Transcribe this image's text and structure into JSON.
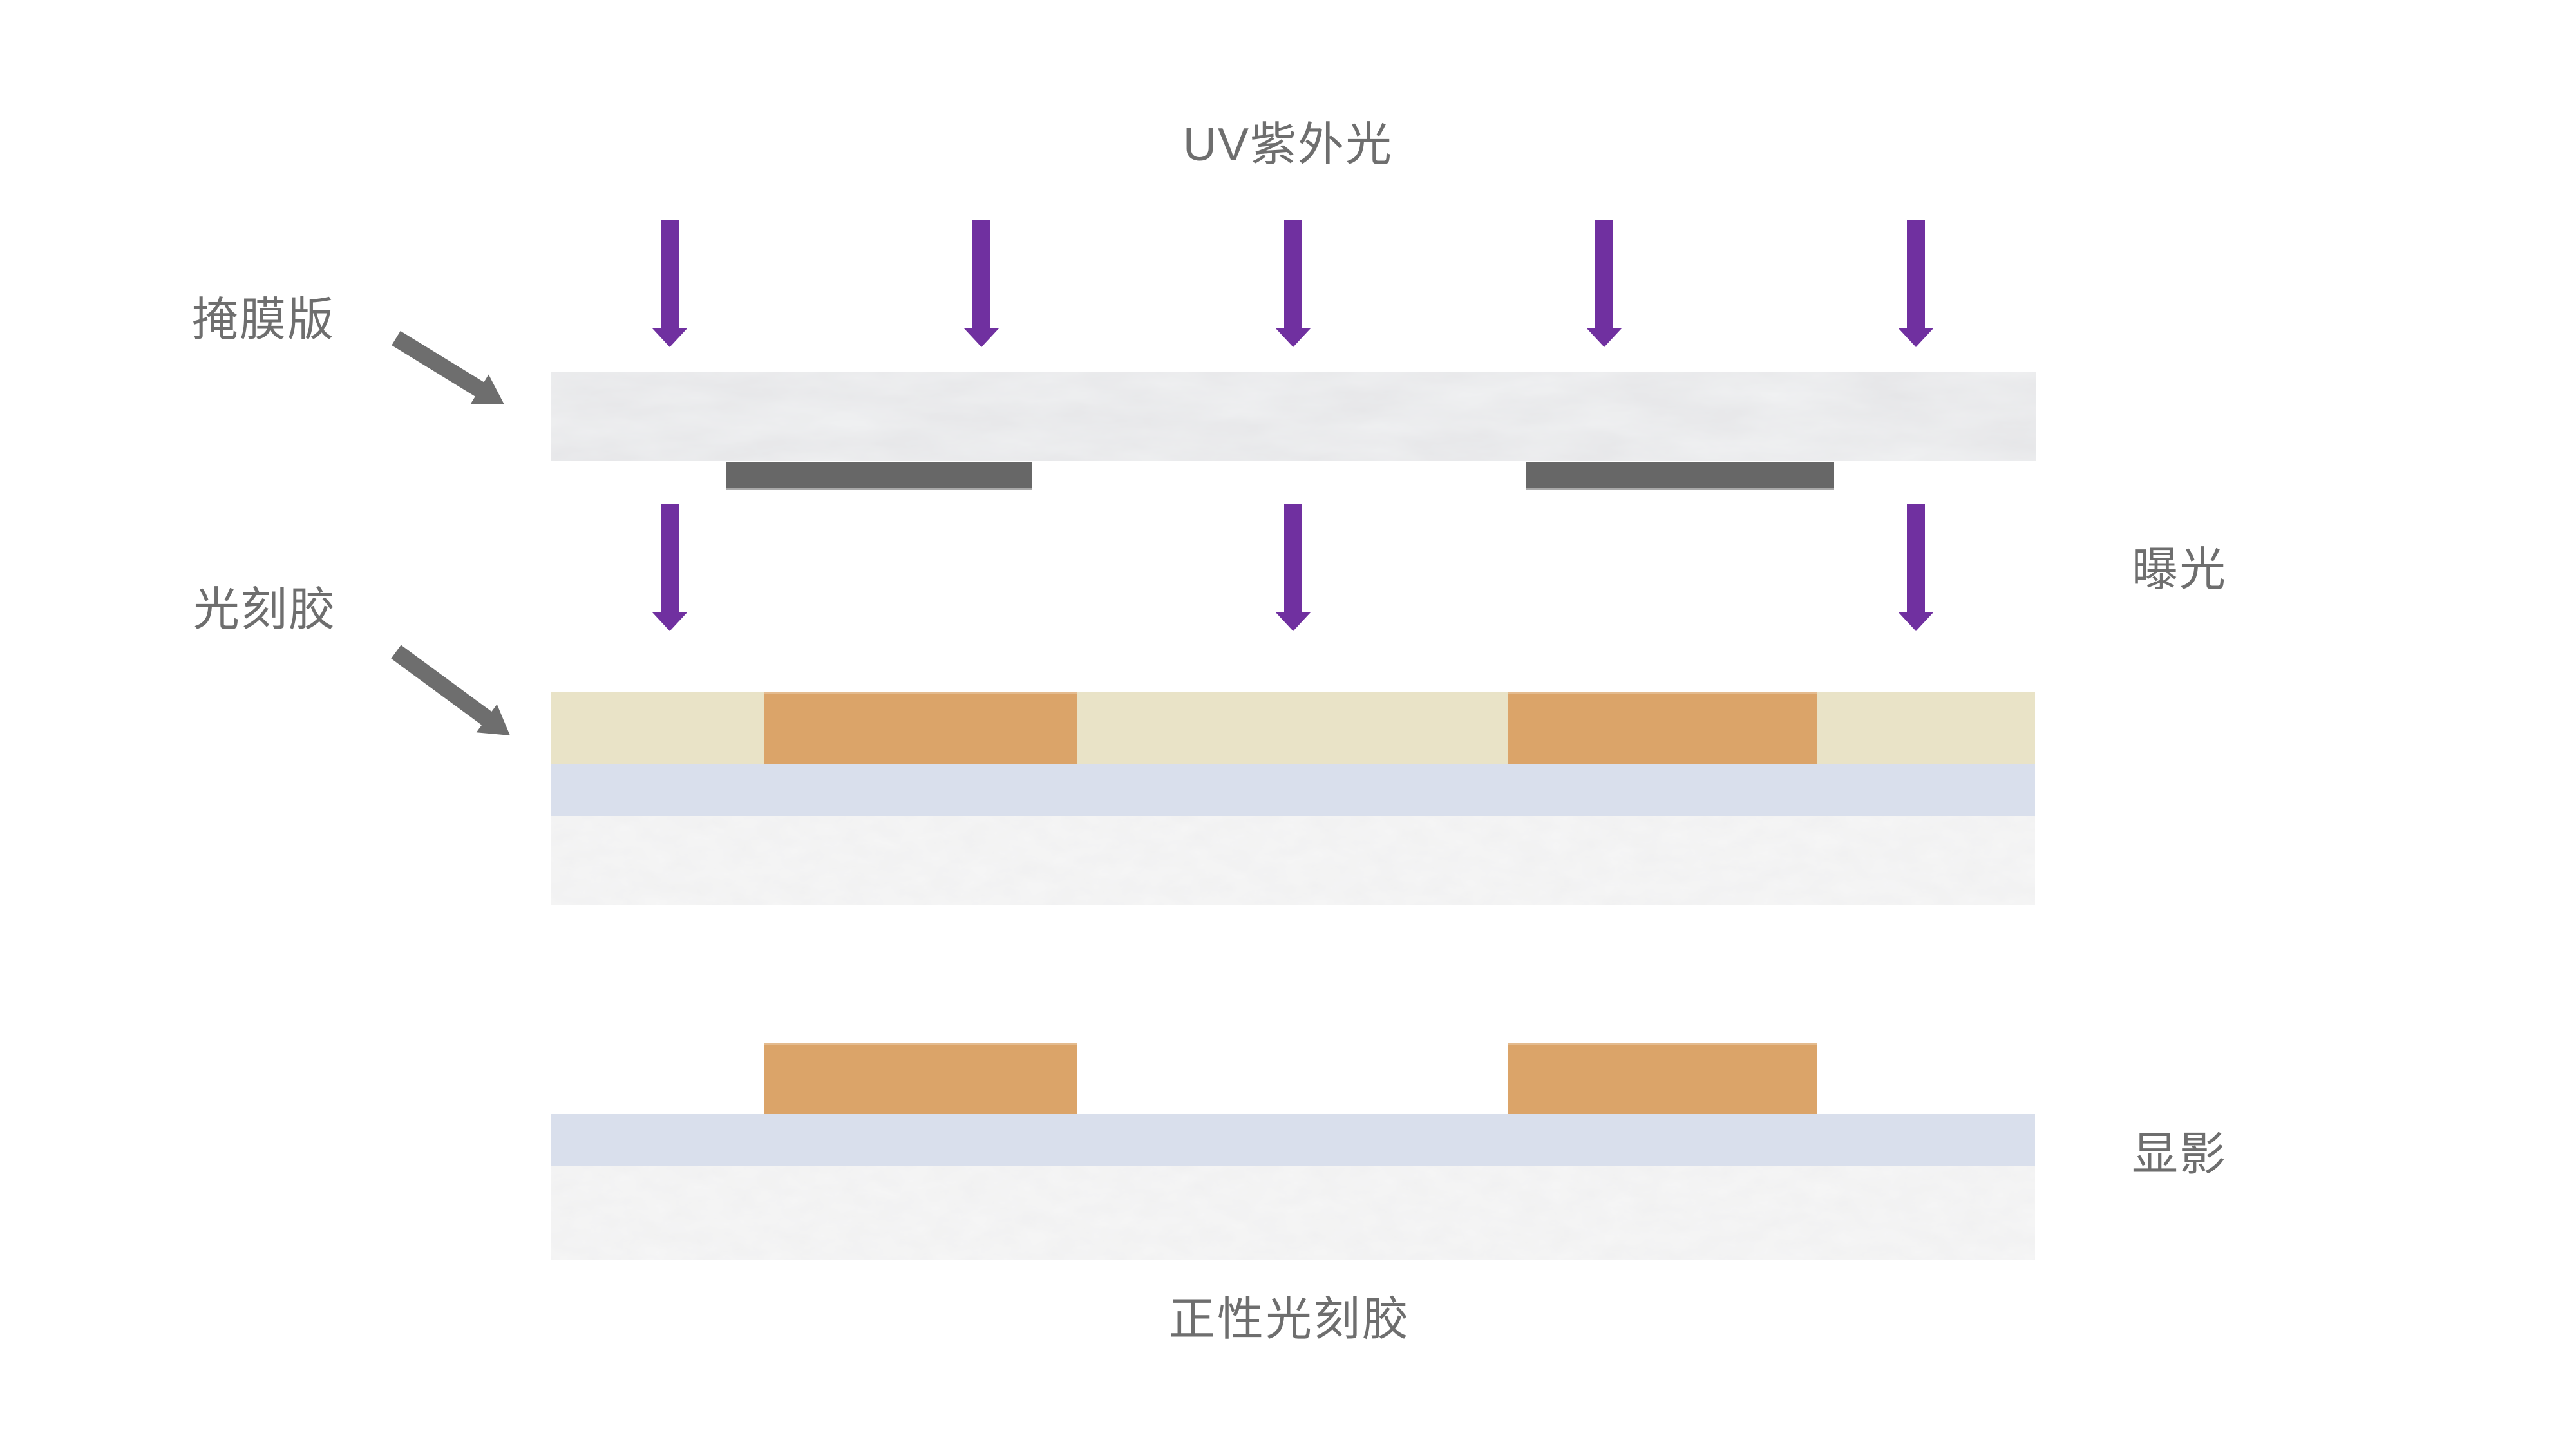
{
  "slide": {
    "title": "UV紫外光",
    "caption": "正性光刻胶"
  },
  "labels": {
    "mask_plate": "掩膜版",
    "photoresist": "光刻胶",
    "stage_exposure": "曝光",
    "stage_development": "显影"
  },
  "icons": {
    "uv_ray": "purple-down-arrow",
    "label_pointer": "gray-diagonal-down-right-arrow"
  },
  "figure": {
    "uv_arrows_above_mask": 5,
    "uv_arrows_below_mask": 3,
    "mask_opaque_regions": 2,
    "developed_resist_blocks": 2
  },
  "colors": {
    "uv_arrow": "#7030a0",
    "label_text": "#6e6e6e",
    "label_arrow": "#6e6e6e",
    "mask_opaque": "#676767",
    "mask_plate_base": "#f1f2f3",
    "resist_exposed": "#e9e3c7",
    "resist_unexposed": "#dba469",
    "oxide_layer": "#d9dfec",
    "substrate_base": "#f6f6f6"
  }
}
